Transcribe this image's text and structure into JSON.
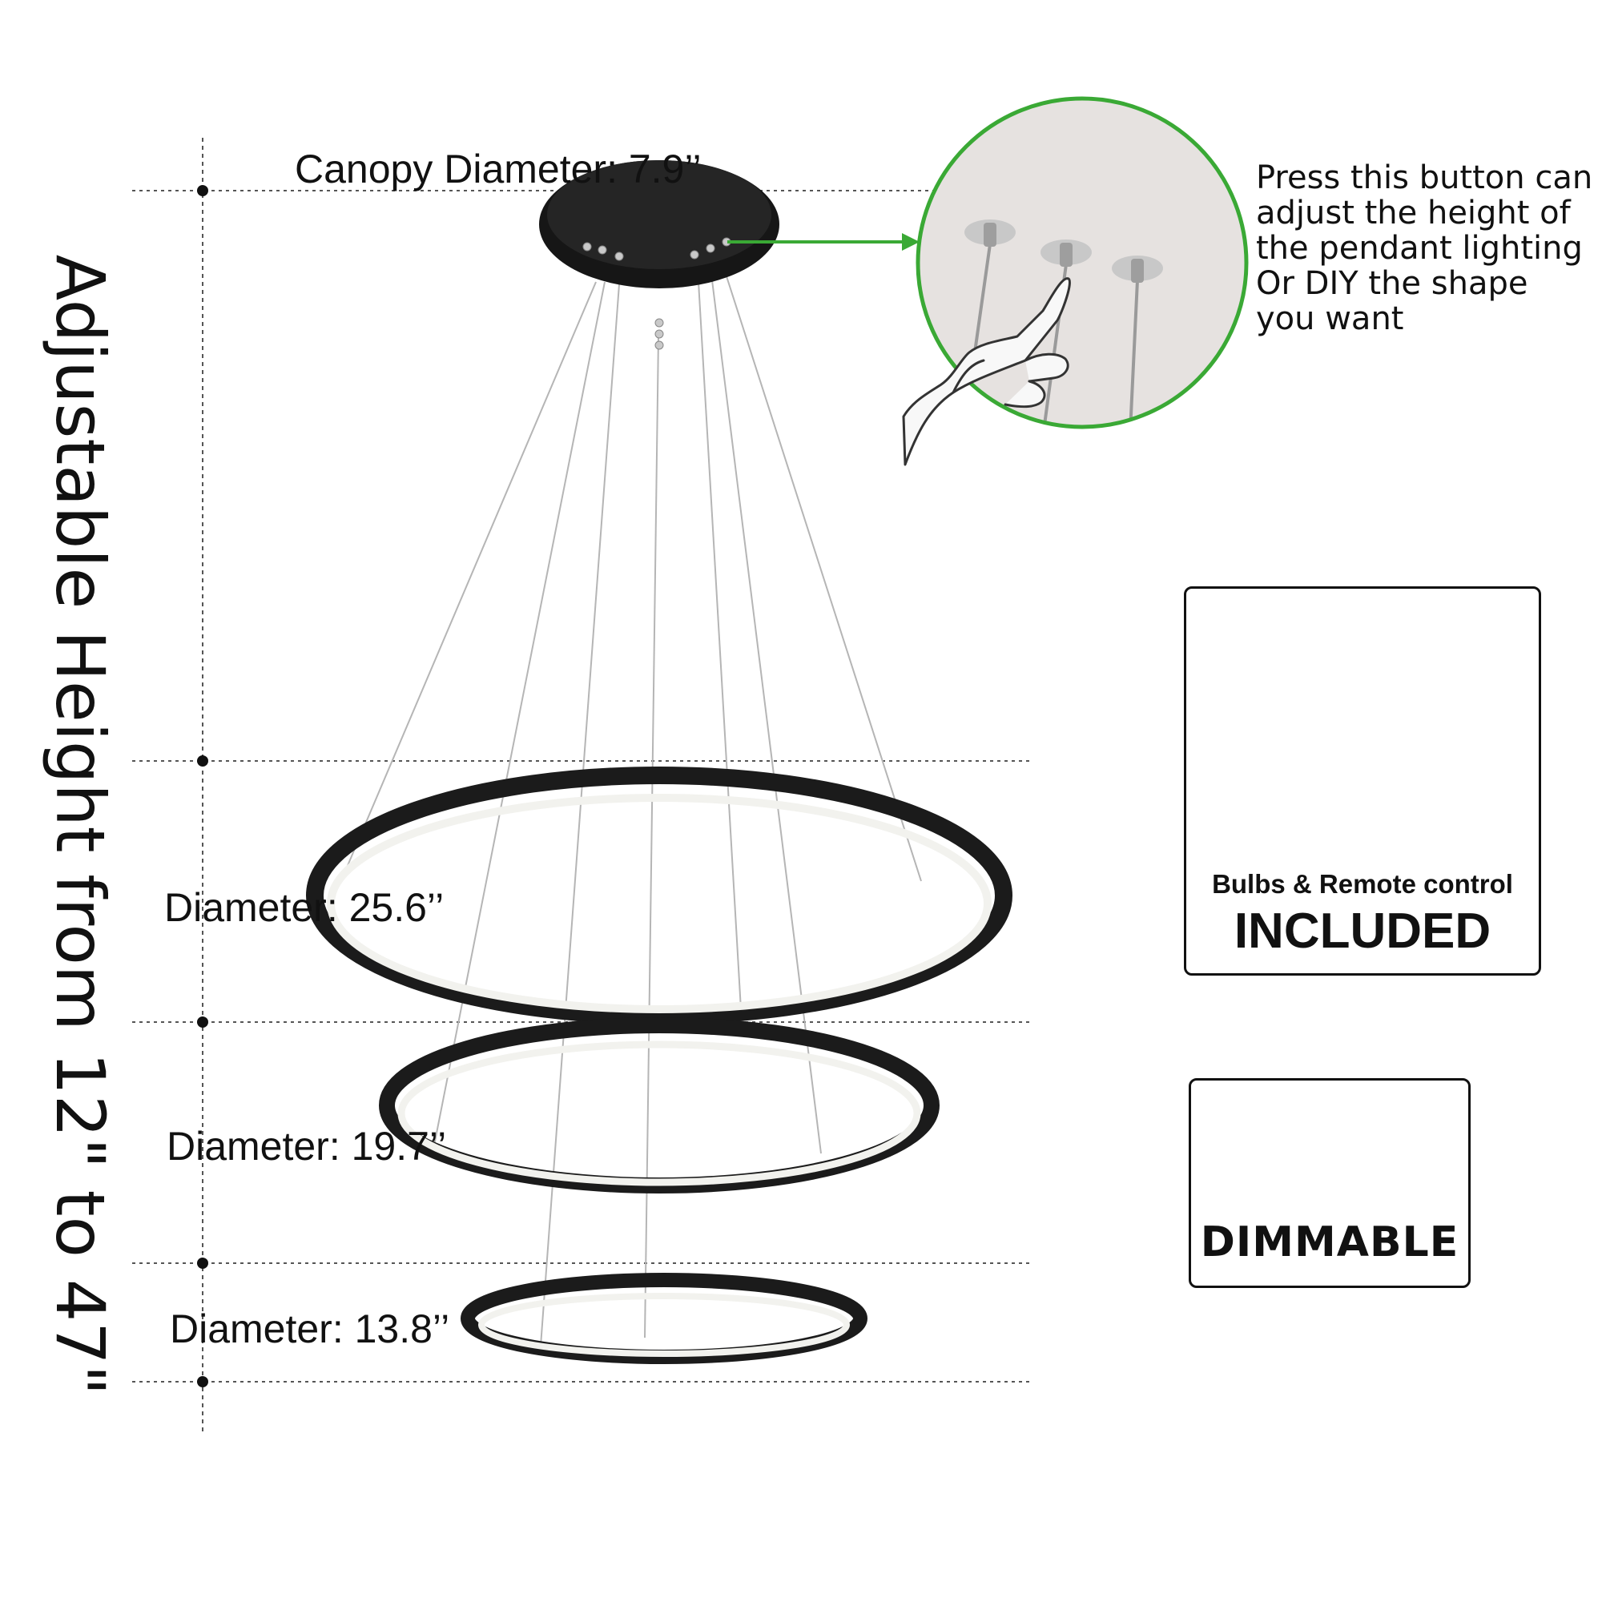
{
  "height_label": "Adjustable Height from 12\" to 47\"",
  "canopy_label": "Canopy Diameter: 7.9’’",
  "rings": [
    {
      "label": "Diameter: 25.6’’"
    },
    {
      "label": "Diameter: 19.7’’"
    },
    {
      "label": "Diameter: 13.8’’"
    }
  ],
  "button_note": [
    "Press this button can",
    "adjust the height of",
    "the pendant lighting",
    "Or DIY the shape",
    "you want"
  ],
  "remote_box": {
    "title": "Bulbs & Remote control",
    "subtitle": "INCLUDED"
  },
  "dimmable_box": {
    "label": "DIMMABLE"
  },
  "colors": {
    "ring": "#1b1b1b",
    "ring_light": "#f2f2ee",
    "arrow": "#3aa935",
    "wifi": "#4aa8dc",
    "guide": "#555555"
  }
}
